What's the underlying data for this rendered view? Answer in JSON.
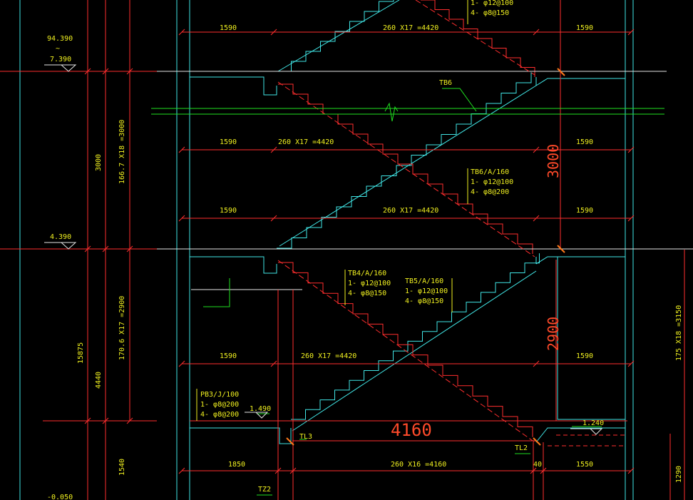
{
  "colors": {
    "background": "#000000",
    "cyan": "#41e6e6",
    "red": "#ff2e2e",
    "yellow": "#f0f020",
    "green": "#20e020",
    "white": "#e6e6e6",
    "orange": "#ff7a1a"
  },
  "elevations": {
    "top": "94.390",
    "top_tilde": "~",
    "upper": "7.390",
    "mid": "4.390",
    "landing_left": "1.490",
    "landing_right": "1.240",
    "bottom": "-0.050"
  },
  "dims": {
    "top_row": [
      "1590",
      "260 X17 =4420",
      "1590"
    ],
    "row2": [
      "1590",
      "260 X17 =4420",
      "1590"
    ],
    "row3": [
      "1590",
      "260 X17 =4420",
      "1590"
    ],
    "row4": [
      "1590",
      "260 X17 =4420",
      "1590"
    ],
    "bottom_row": [
      "1850",
      "260 X16 =4160",
      "40",
      "1550"
    ],
    "big_3000": "3000",
    "big_2900": "2900",
    "big_4160": "4160",
    "left_3000": "3000",
    "left_166": "166.7 X18 =3000",
    "left_170": "170.6 X17 =2900",
    "left_15875": "15875",
    "left_4440": "4440",
    "left_1540": "1540",
    "right_175": "175 X18 =3150",
    "right_1290": "1290"
  },
  "labels": {
    "tb_top": [
      "1- φ12@100",
      "4- φ8@150"
    ],
    "tb6": "TB6",
    "tb6a": [
      "TB6/A/160",
      "1- φ12@100",
      "4- φ8@200"
    ],
    "tb4a": [
      "TB4/A/160",
      "1- φ12@100",
      "4- φ8@150"
    ],
    "tb5a": [
      "TB5/A/160",
      "1- φ12@100",
      "4- φ8@150"
    ],
    "pb3": [
      "PB3/J/100",
      "1- φ8@200",
      "4- φ8@200"
    ],
    "tl3": "TL3",
    "tl2": "TL2",
    "tz2": "TZ2"
  }
}
